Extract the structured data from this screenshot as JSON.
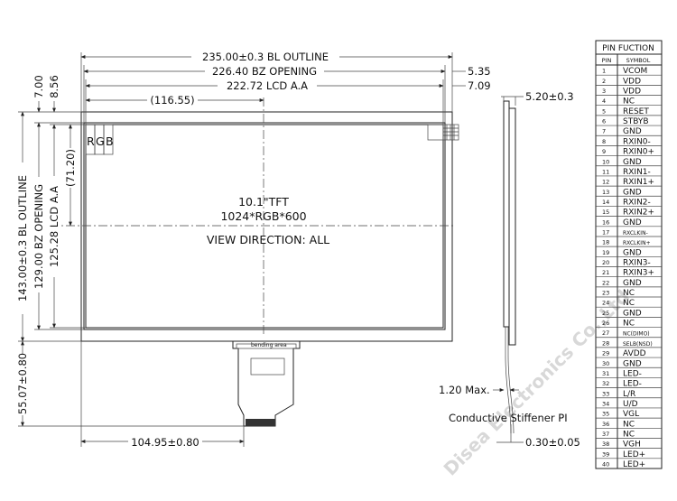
{
  "drawing": {
    "top_dims": {
      "bl_outline": "235.00±0.3 BL OUTLINE",
      "bz_opening": "226.40 BZ OPENING",
      "lcd_aa": "222.72 LCD A.A",
      "center_offset": "(116.55)",
      "right_bz_margin": "5.35",
      "right_aa_margin": "7.09"
    },
    "left_dims": {
      "top_margin_1": "7.00",
      "top_margin_2": "8.56",
      "bl_outline": "143.00±0.3 BL OUTLINE",
      "bz_opening": "129.00 BZ OPENING",
      "lcd_aa": "125.28 LCD A.A",
      "center_offset": "(71.20)",
      "fpc_length": "55.07±0.80"
    },
    "bottom_dims": {
      "fpc_offset": "104.95±0.80"
    },
    "pixel_labels": [
      "R",
      "G",
      "B"
    ],
    "panel_text": {
      "size": "10.1\"TFT",
      "resolution": "1024*RGB*600",
      "view": "VIEW DIRECTION: ALL"
    },
    "fpc_label": "bending area",
    "side_dims": {
      "thickness": "5.20±0.3",
      "max_thickness": "1.20 Max.",
      "stiffener": "Conductive Stiffener PI",
      "stiffener_thickness": "0.30±0.05"
    },
    "watermark": "Disea Electronics Co.,Ltd"
  },
  "pin_table": {
    "title": "PIN FUCTION",
    "col_pin": "PIN",
    "col_symbol": "SYMBOL",
    "rows": [
      {
        "pin": "1",
        "symbol": "VCOM"
      },
      {
        "pin": "2",
        "symbol": "VDD"
      },
      {
        "pin": "3",
        "symbol": "VDD"
      },
      {
        "pin": "4",
        "symbol": "NC"
      },
      {
        "pin": "5",
        "symbol": "RESET"
      },
      {
        "pin": "6",
        "symbol": "STBYB"
      },
      {
        "pin": "7",
        "symbol": "GND"
      },
      {
        "pin": "8",
        "symbol": "RXIN0-"
      },
      {
        "pin": "9",
        "symbol": "RXIN0+"
      },
      {
        "pin": "10",
        "symbol": "GND"
      },
      {
        "pin": "11",
        "symbol": "RXIN1-"
      },
      {
        "pin": "12",
        "symbol": "RXIN1+"
      },
      {
        "pin": "13",
        "symbol": "GND"
      },
      {
        "pin": "14",
        "symbol": "RXIN2-"
      },
      {
        "pin": "15",
        "symbol": "RXIN2+"
      },
      {
        "pin": "16",
        "symbol": "GND"
      },
      {
        "pin": "17",
        "symbol": "RXCLKIN-"
      },
      {
        "pin": "18",
        "symbol": "RXCLKIN+"
      },
      {
        "pin": "19",
        "symbol": "GND"
      },
      {
        "pin": "20",
        "symbol": "RXIN3-"
      },
      {
        "pin": "21",
        "symbol": "RXIN3+"
      },
      {
        "pin": "22",
        "symbol": "GND"
      },
      {
        "pin": "23",
        "symbol": "NC"
      },
      {
        "pin": "24",
        "symbol": "NC"
      },
      {
        "pin": "25",
        "symbol": "GND"
      },
      {
        "pin": "26",
        "symbol": "NC"
      },
      {
        "pin": "27",
        "symbol": "NC(DIMO)"
      },
      {
        "pin": "28",
        "symbol": "SELB(NSD)"
      },
      {
        "pin": "29",
        "symbol": "AVDD"
      },
      {
        "pin": "30",
        "symbol": "GND"
      },
      {
        "pin": "31",
        "symbol": "LED-"
      },
      {
        "pin": "32",
        "symbol": "LED-"
      },
      {
        "pin": "33",
        "symbol": "L/R"
      },
      {
        "pin": "34",
        "symbol": "U/D"
      },
      {
        "pin": "35",
        "symbol": "VGL"
      },
      {
        "pin": "36",
        "symbol": "NC"
      },
      {
        "pin": "37",
        "symbol": "NC"
      },
      {
        "pin": "38",
        "symbol": "VGH"
      },
      {
        "pin": "39",
        "symbol": "LED+"
      },
      {
        "pin": "40",
        "symbol": "LED+"
      }
    ]
  }
}
